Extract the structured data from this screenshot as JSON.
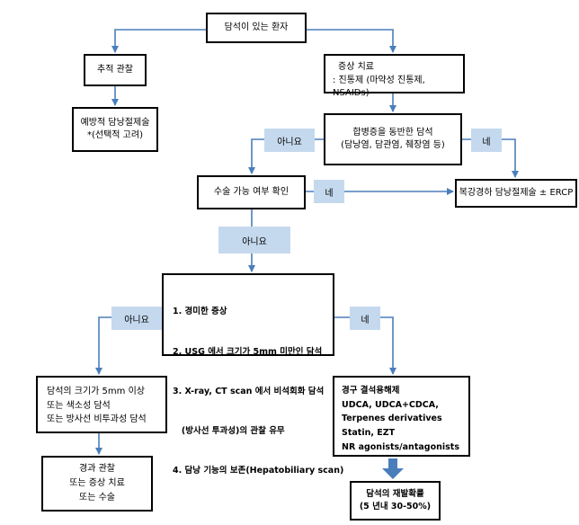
{
  "nodes": {
    "patient": "담석이 있는 환자",
    "followup": "추적 관찰",
    "preventive": [
      "예방적 담낭절제술",
      "*(선택적 고려)"
    ],
    "symptomatic": [
      "증상 치료",
      ": 진통제 (마약성 진통제, NSAIDs)"
    ],
    "complicated": [
      "합병증을 동반한 담석",
      "(담낭염, 담관염, 췌장염 등)"
    ],
    "surgery_check": "수술 가능 여부 확인",
    "laparoscopic": "복강경하 담낭절제술 ± ERCP",
    "criteria": [
      "1. 경미한 증상",
      "2. USG 에서 크기가 5mm 미만인 담석",
      "3. X-ray, CT scan 에서 비석회화 담석",
      "   (방사선 투과성)의 관찰 유무",
      "4. 담낭 기능의 보존(Hepatobiliary scan)"
    ],
    "unsuitable": [
      "담석의 크기가 5mm 이상",
      "또는 색소성 담석",
      "또는 방사선 비투과성 담석"
    ],
    "observation": [
      "경과 관찰",
      "또는 증상 치료",
      "또는 수술"
    ],
    "oral_dissolution": [
      "경구 결석용해제",
      "UDCA, UDCA+CDCA,",
      "Terpenes derivatives",
      "Statin, EZT",
      "NR agonists/antagonists"
    ],
    "recurrence": [
      "담석의 재발확률",
      "(5 년내 30-50%)"
    ]
  },
  "labels": {
    "no_1": "아니요",
    "yes_1": "네",
    "yes_2": "네",
    "no_2": "아니요",
    "no_3": "아니요",
    "yes_3": "네"
  },
  "colors": {
    "arrow": "#4a7ebb",
    "label_bg": "#c5d9ee",
    "border": "#000000"
  }
}
